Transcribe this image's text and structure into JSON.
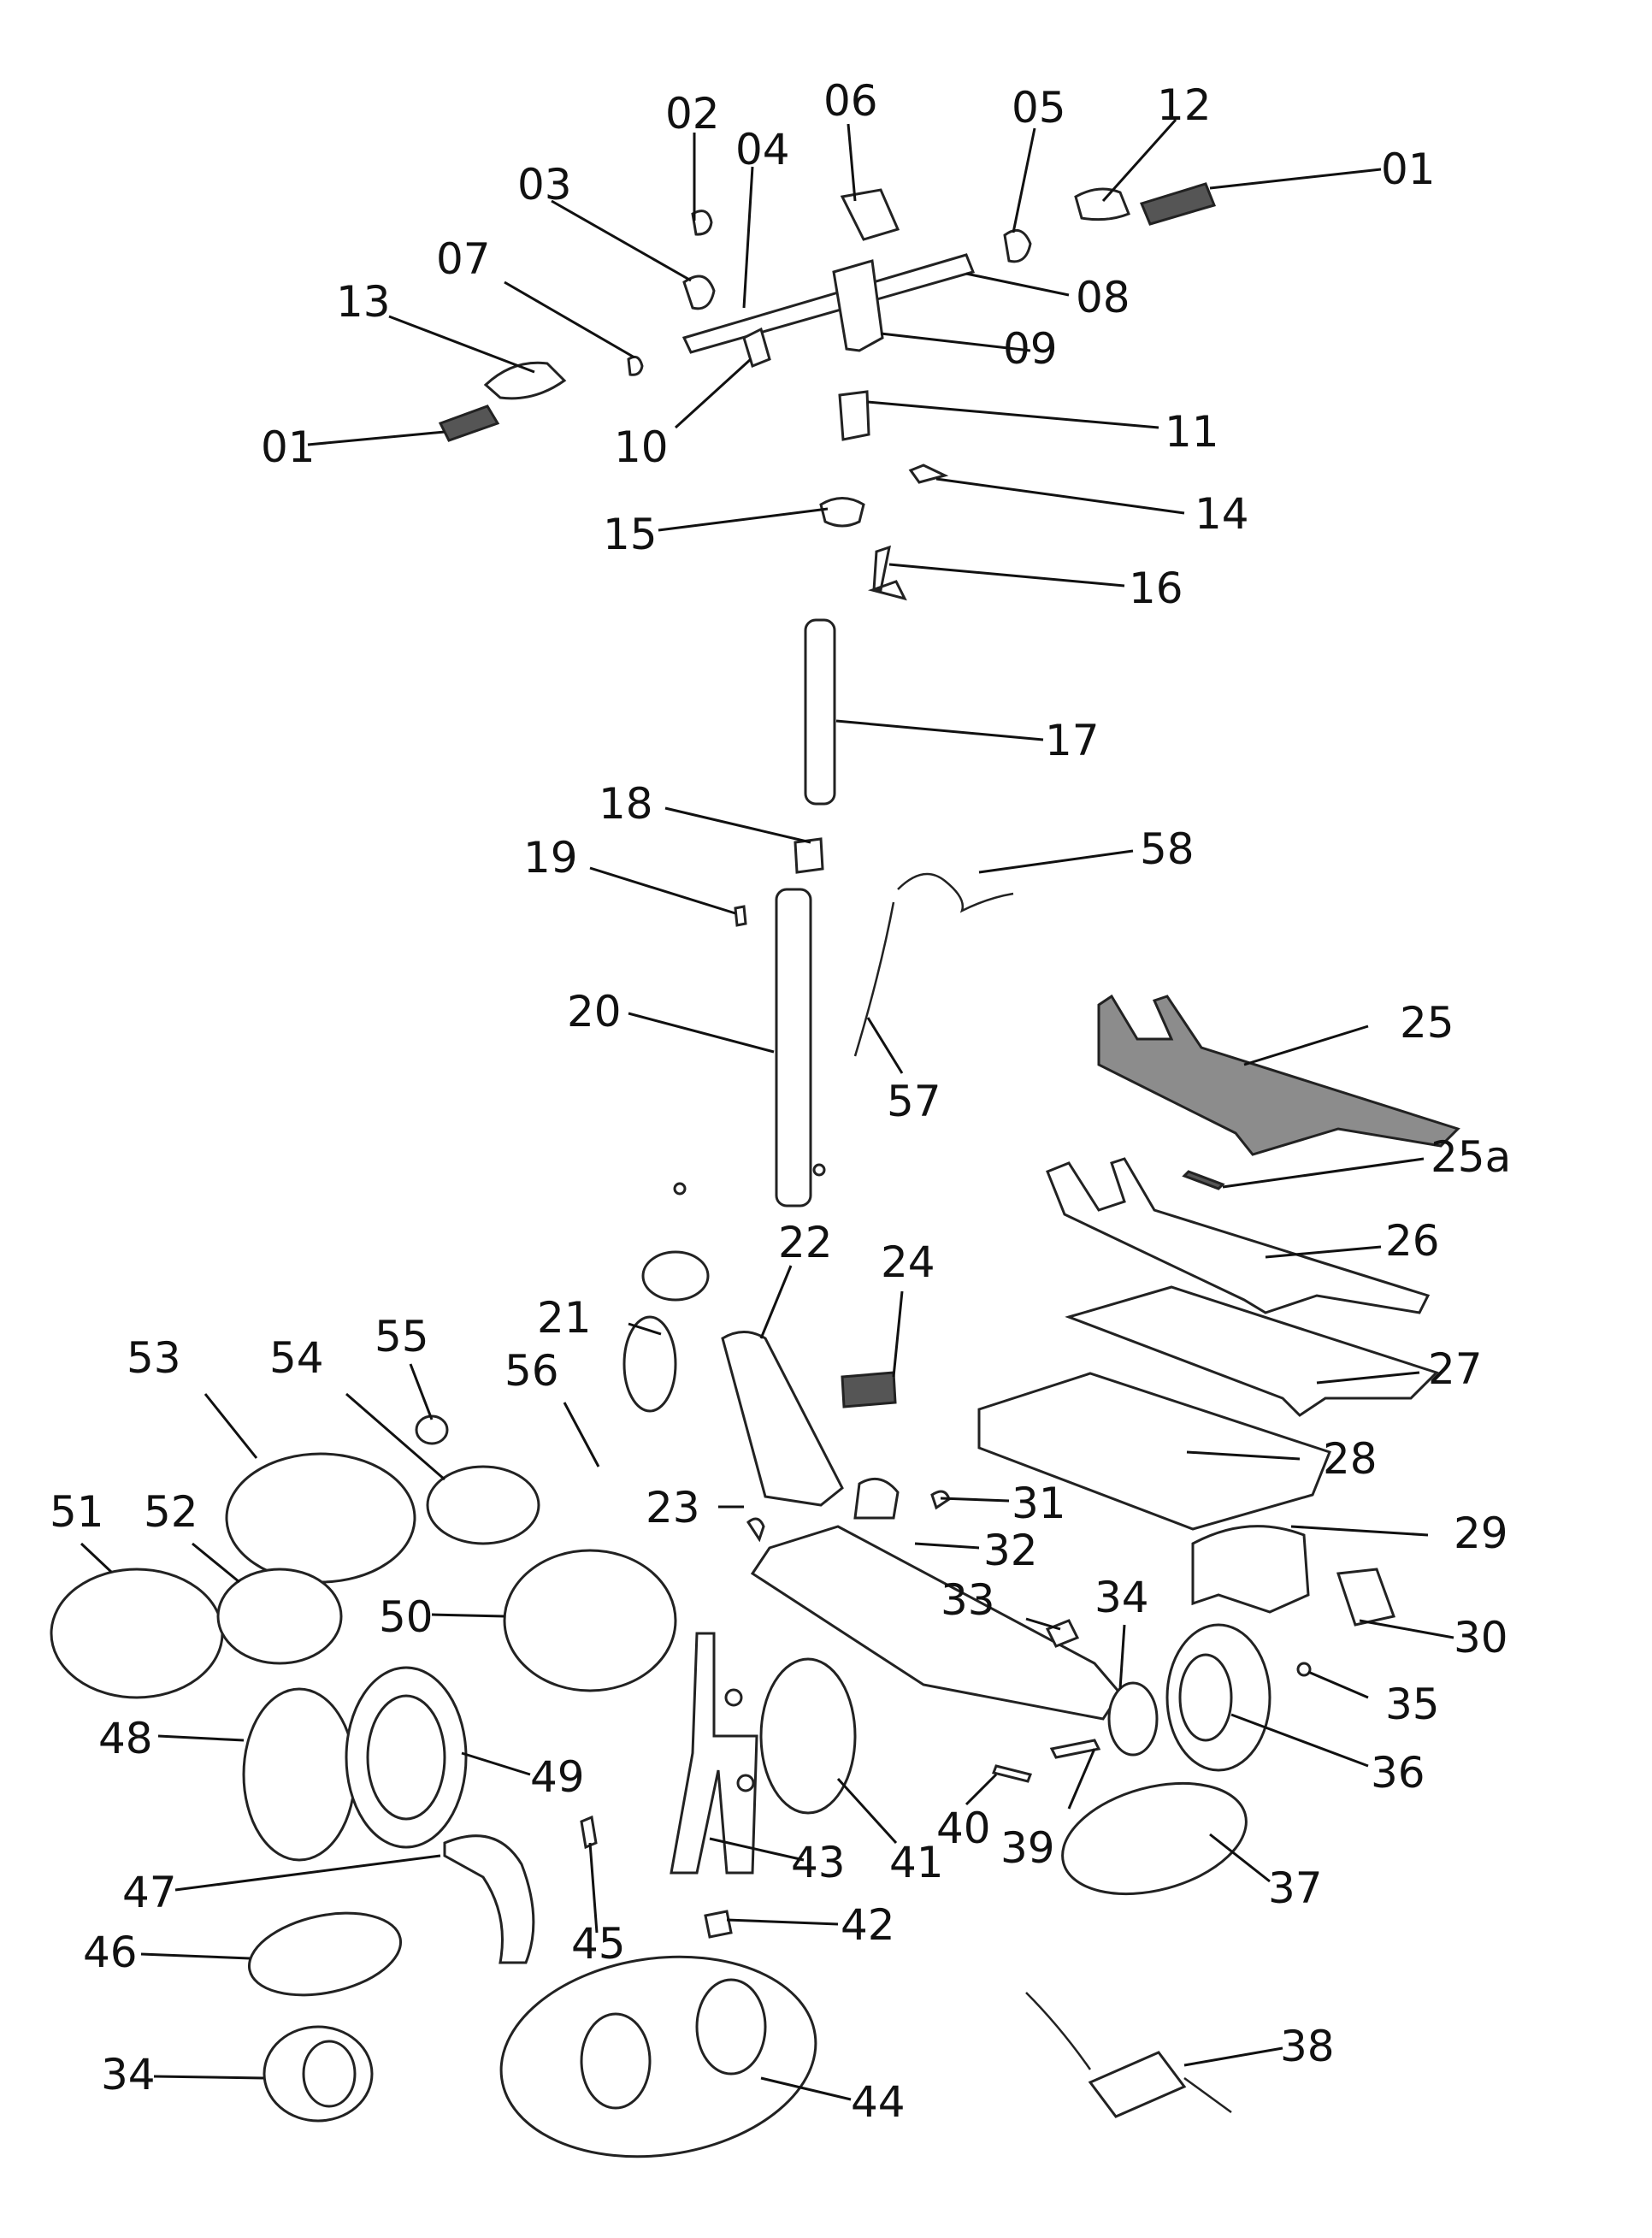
{
  "diagram": {
    "type": "exploded-parts-diagram",
    "subject": "electric scooter",
    "callouts": [
      {
        "id": "01a",
        "label": "01"
      },
      {
        "id": "01b",
        "label": "01"
      },
      {
        "id": "02",
        "label": "02"
      },
      {
        "id": "03",
        "label": "03"
      },
      {
        "id": "04",
        "label": "04"
      },
      {
        "id": "05",
        "label": "05"
      },
      {
        "id": "06",
        "label": "06"
      },
      {
        "id": "07",
        "label": "07"
      },
      {
        "id": "08",
        "label": "08"
      },
      {
        "id": "09",
        "label": "09"
      },
      {
        "id": "10",
        "label": "10"
      },
      {
        "id": "11",
        "label": "11"
      },
      {
        "id": "12",
        "label": "12"
      },
      {
        "id": "13",
        "label": "13"
      },
      {
        "id": "14",
        "label": "14"
      },
      {
        "id": "15",
        "label": "15"
      },
      {
        "id": "16",
        "label": "16"
      },
      {
        "id": "17",
        "label": "17"
      },
      {
        "id": "18",
        "label": "18"
      },
      {
        "id": "19",
        "label": "19"
      },
      {
        "id": "20",
        "label": "20"
      },
      {
        "id": "21",
        "label": "21"
      },
      {
        "id": "22",
        "label": "22"
      },
      {
        "id": "23",
        "label": "23"
      },
      {
        "id": "24",
        "label": "24"
      },
      {
        "id": "25",
        "label": "25"
      },
      {
        "id": "25a",
        "label": "25a"
      },
      {
        "id": "26",
        "label": "26"
      },
      {
        "id": "27",
        "label": "27"
      },
      {
        "id": "28",
        "label": "28"
      },
      {
        "id": "29",
        "label": "29"
      },
      {
        "id": "30",
        "label": "30"
      },
      {
        "id": "31",
        "label": "31"
      },
      {
        "id": "32",
        "label": "32"
      },
      {
        "id": "33",
        "label": "33"
      },
      {
        "id": "34a",
        "label": "34"
      },
      {
        "id": "34b",
        "label": "34"
      },
      {
        "id": "35",
        "label": "35"
      },
      {
        "id": "36",
        "label": "36"
      },
      {
        "id": "37",
        "label": "37"
      },
      {
        "id": "38",
        "label": "38"
      },
      {
        "id": "39",
        "label": "39"
      },
      {
        "id": "40",
        "label": "40"
      },
      {
        "id": "41",
        "label": "41"
      },
      {
        "id": "42",
        "label": "42"
      },
      {
        "id": "43",
        "label": "43"
      },
      {
        "id": "44",
        "label": "44"
      },
      {
        "id": "45",
        "label": "45"
      },
      {
        "id": "46",
        "label": "46"
      },
      {
        "id": "47",
        "label": "47"
      },
      {
        "id": "48",
        "label": "48"
      },
      {
        "id": "49",
        "label": "49"
      },
      {
        "id": "50",
        "label": "50"
      },
      {
        "id": "51",
        "label": "51"
      },
      {
        "id": "52",
        "label": "52"
      },
      {
        "id": "53",
        "label": "53"
      },
      {
        "id": "54",
        "label": "54"
      },
      {
        "id": "55",
        "label": "55"
      },
      {
        "id": "56",
        "label": "56"
      },
      {
        "id": "57",
        "label": "57"
      },
      {
        "id": "58",
        "label": "58"
      }
    ]
  }
}
